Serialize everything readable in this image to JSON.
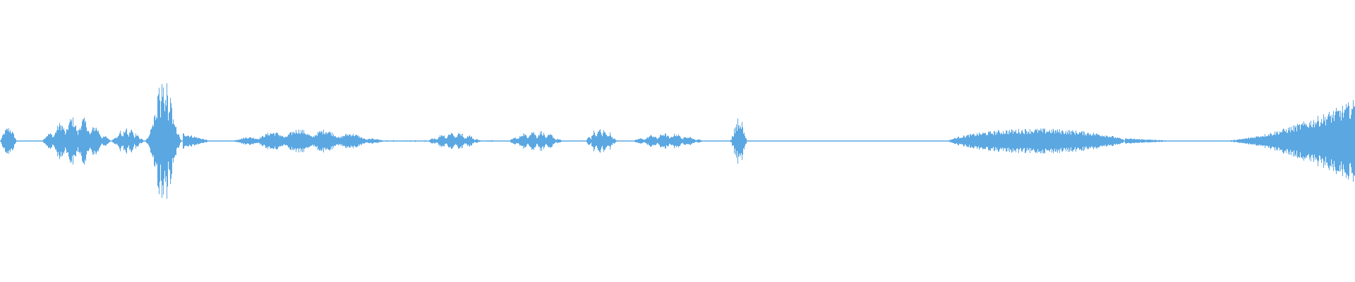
{
  "waveform": {
    "color": "#5aa7e2",
    "segments": [
      {
        "start": 0.0,
        "end": 0.012,
        "amp": 0.1,
        "shape": "bell"
      },
      {
        "start": 0.012,
        "end": 0.03,
        "amp": 0.005,
        "shape": "flat"
      },
      {
        "start": 0.03,
        "end": 0.082,
        "amp": 0.18,
        "shape": "bursty"
      },
      {
        "start": 0.082,
        "end": 0.106,
        "amp": 0.1,
        "shape": "bursty"
      },
      {
        "start": 0.106,
        "end": 0.135,
        "amp": 0.46,
        "shape": "spike"
      },
      {
        "start": 0.135,
        "end": 0.155,
        "amp": 0.06,
        "shape": "decay"
      },
      {
        "start": 0.155,
        "end": 0.17,
        "amp": 0.005,
        "shape": "sparse"
      },
      {
        "start": 0.17,
        "end": 0.285,
        "amp": 0.09,
        "shape": "bursty"
      },
      {
        "start": 0.285,
        "end": 0.315,
        "amp": 0.008,
        "shape": "sparse"
      },
      {
        "start": 0.315,
        "end": 0.355,
        "amp": 0.07,
        "shape": "bursty"
      },
      {
        "start": 0.355,
        "end": 0.375,
        "amp": 0.008,
        "shape": "sparse"
      },
      {
        "start": 0.375,
        "end": 0.415,
        "amp": 0.08,
        "shape": "bursty"
      },
      {
        "start": 0.415,
        "end": 0.432,
        "amp": 0.005,
        "shape": "sparse"
      },
      {
        "start": 0.432,
        "end": 0.455,
        "amp": 0.1,
        "shape": "bursty"
      },
      {
        "start": 0.455,
        "end": 0.466,
        "amp": 0.005,
        "shape": "sparse"
      },
      {
        "start": 0.466,
        "end": 0.52,
        "amp": 0.06,
        "shape": "bursty"
      },
      {
        "start": 0.52,
        "end": 0.538,
        "amp": 0.005,
        "shape": "sparse"
      },
      {
        "start": 0.538,
        "end": 0.552,
        "amp": 0.2,
        "shape": "spike"
      },
      {
        "start": 0.552,
        "end": 0.7,
        "amp": 0.006,
        "shape": "flat"
      },
      {
        "start": 0.7,
        "end": 0.83,
        "amp": 0.09,
        "shape": "swell"
      },
      {
        "start": 0.83,
        "end": 0.87,
        "amp": 0.02,
        "shape": "decay"
      },
      {
        "start": 0.87,
        "end": 0.9,
        "amp": 0.006,
        "shape": "flat"
      },
      {
        "start": 0.9,
        "end": 1.0,
        "amp": 0.3,
        "shape": "ramp"
      }
    ]
  }
}
